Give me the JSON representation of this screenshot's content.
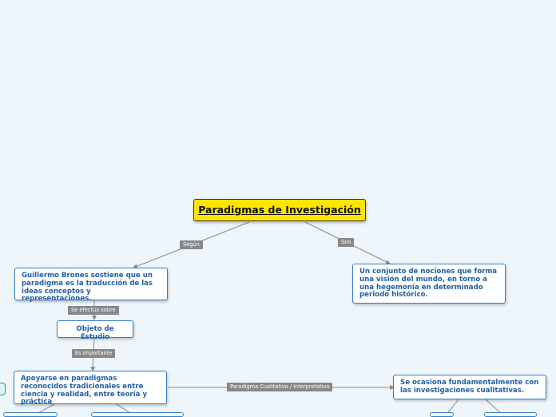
{
  "root": {
    "label": "Paradigmas de Investigación"
  },
  "nodes": {
    "guillermo": {
      "text": "Guillermo Brones sostiene que un paradigma es la traducción de las ideas conceptos y representaciones."
    },
    "conjunto": {
      "text": "Un conjunto de nociones que forma una visión del mundo, en torno a una hegemonía en determinado periodo histórico."
    },
    "objeto": {
      "text": "Objeto de Estudio"
    },
    "apoyarse": {
      "text": "Apoyarse en paradigmas reconocidos tradicionales entre ciencia y realidad, entre teoría y práctica"
    },
    "ocasiona": {
      "text": "Se ocasiona fundamentalmente con las investigaciones cualitativas."
    }
  },
  "links": {
    "segun": "Según",
    "son": "Son",
    "se_efectua": "Se efectúa sobre",
    "es_importante": "Es importante",
    "paradigma_cualitativo": "Paradigma Cualitativo  / Interpretativo"
  },
  "colors": {
    "background": "#eef5fb",
    "root_fill": "#ffe500",
    "node_border": "#2f7fc8",
    "node_text": "#1f5faa",
    "connector": "#8a8a8a",
    "link_label_fill": "#888888",
    "handle": "#1aa886"
  }
}
